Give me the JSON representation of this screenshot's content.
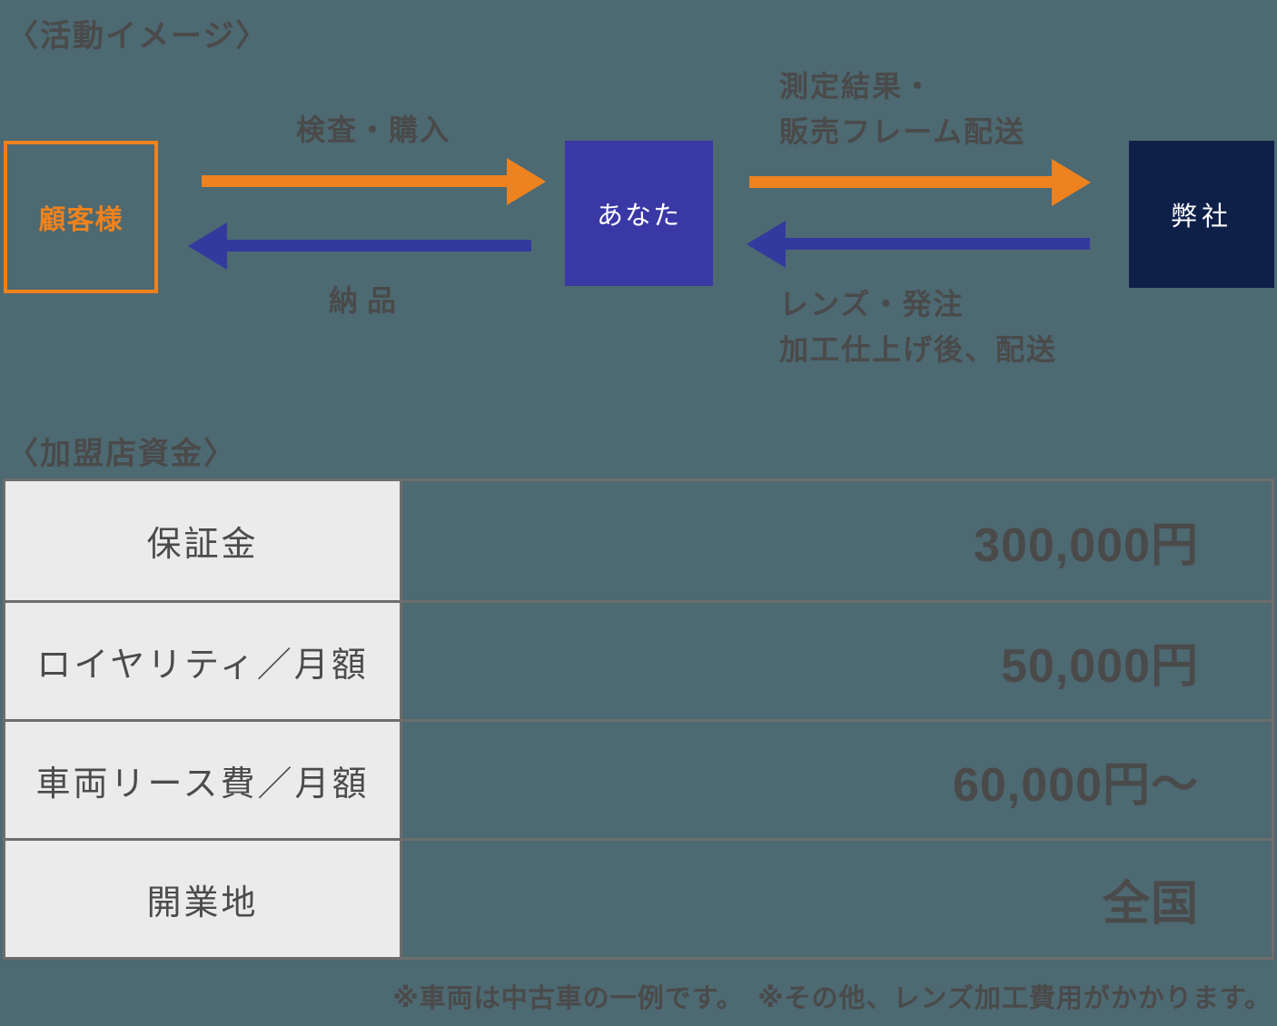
{
  "background_color": "#4d6972",
  "palette": {
    "orange": "#ee821e",
    "arrow_blue": "#333a9d",
    "you_box_blue": "#3a38a5",
    "company_box_navy": "#0e2048",
    "text_dark_gray": "#4a4a4a",
    "table_cell_gray": "#ebebeb",
    "table_border_gray": "#6d6d6d"
  },
  "activity": {
    "title": "〈活動イメージ〉",
    "customer_label": "顧客様",
    "you_label": "あなた",
    "company_label": "弊社",
    "inspection_label": "検査・購入",
    "delivery_label": "納品",
    "measurement_line1": "測定結果・",
    "measurement_line2": "販売フレーム配送",
    "lens_line1": "レンズ・発注",
    "lens_line2": "加工仕上げ後、配送"
  },
  "funding": {
    "title": "〈加盟店資金〉",
    "rows": [
      {
        "label": "保証金",
        "value": "300,000円"
      },
      {
        "label": "ロイヤリティ／月額",
        "value": "50,000円"
      },
      {
        "label": "車両リース費／月額",
        "value": "60,000円〜"
      },
      {
        "label": "開業地",
        "value": "全国"
      }
    ],
    "note": "※車両は中古車の一例です。　※その他、レンズ加工費用がかかります。"
  }
}
